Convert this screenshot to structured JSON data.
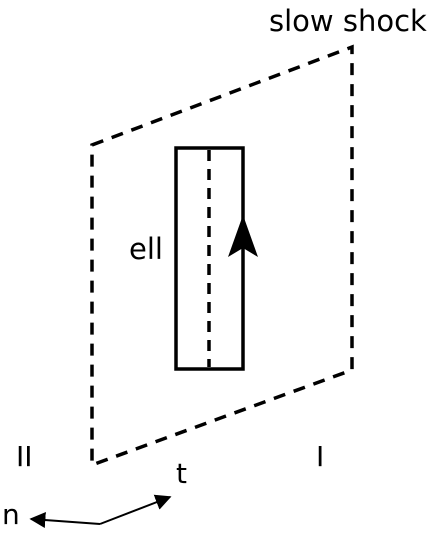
{
  "labels": {
    "shock": "slow shock",
    "cell": "ell",
    "region_left": "II",
    "region_right": "I",
    "axis_t": "t",
    "axis_n": "n"
  },
  "colors": {
    "stroke": "#000000",
    "background": "#ffffff"
  }
}
